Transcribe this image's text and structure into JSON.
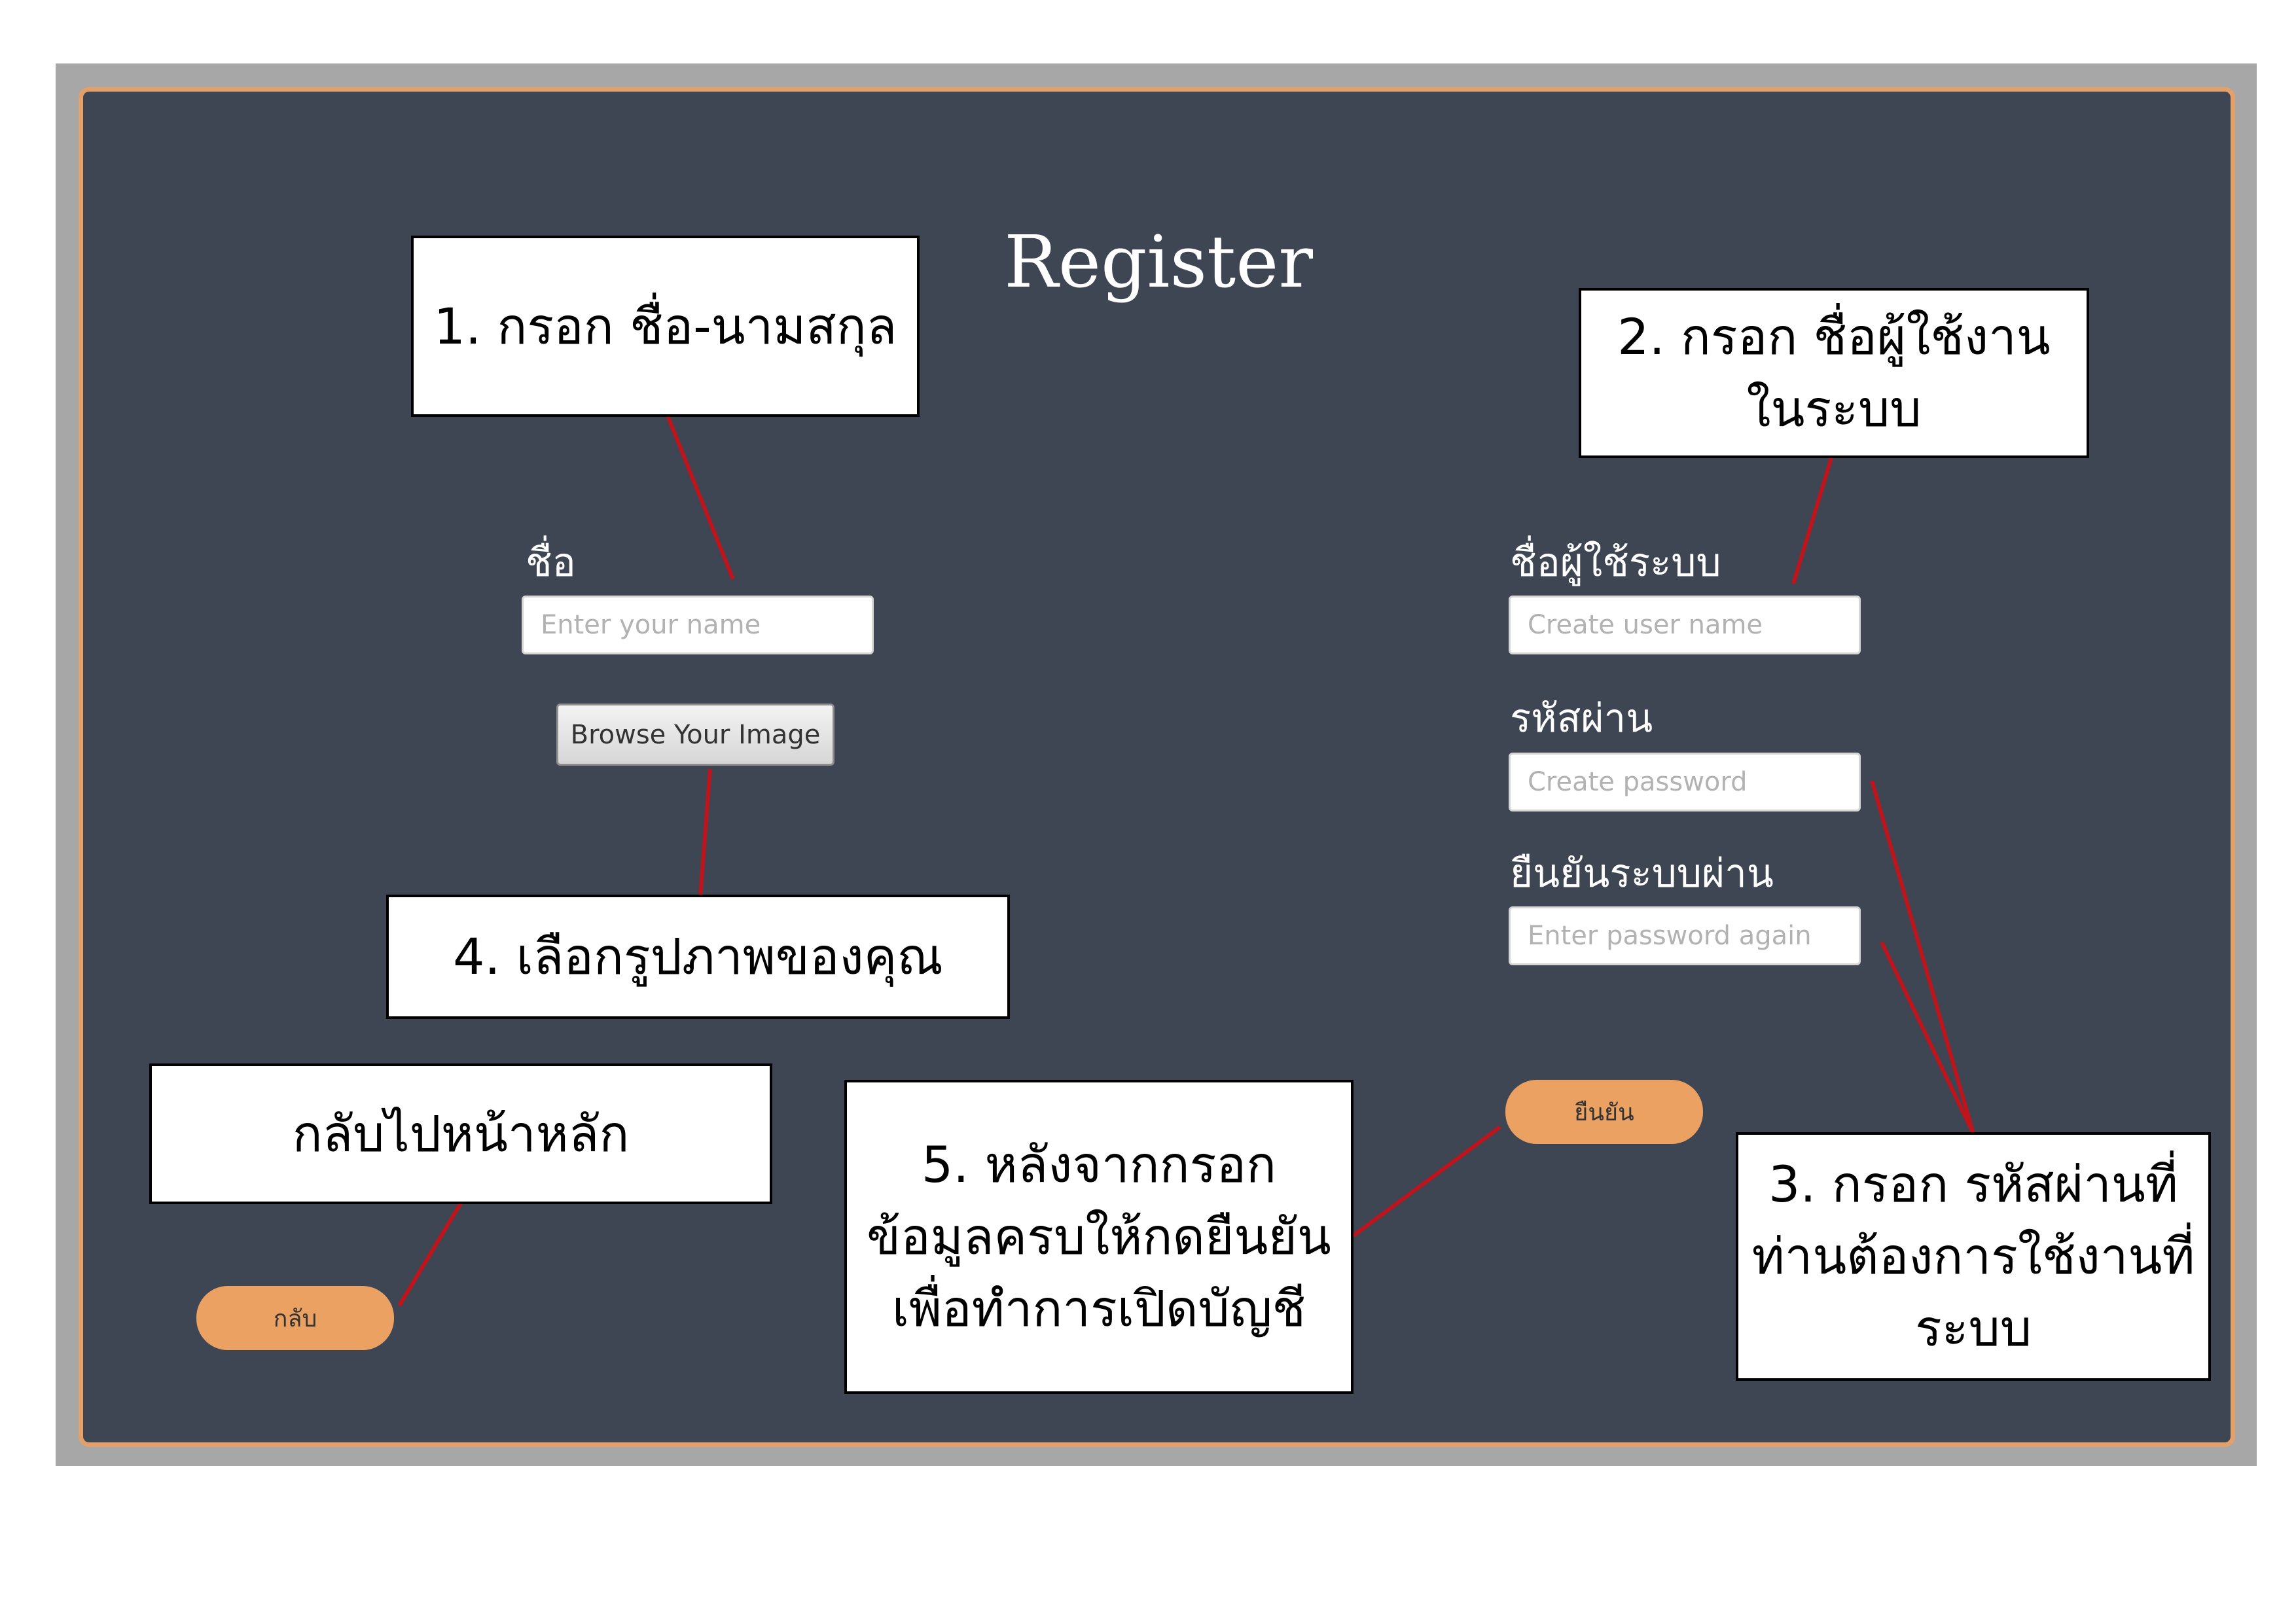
{
  "form": {
    "title": "Register",
    "name_label": "ชื่อ",
    "name_placeholder": "Enter your name",
    "browse_button": "Browse Your Image",
    "username_label": "ชื่อผู้ใช้ระบบ",
    "username_placeholder": "Create user name",
    "password_label": "รหัสผ่าน",
    "password_placeholder": "Create password",
    "confirm_label": "ยืนยันระบบผ่าน",
    "confirm_placeholder": "Enter password again",
    "confirm_button": "ยืนยัน",
    "back_button": "กลับ"
  },
  "callouts": {
    "step1": "1. กรอก ชื่อ-นามสกุล",
    "step2": "2. กรอก ชื่อผู้ใช้งานในระบบ",
    "step3": "3. กรอก รหัสผ่านที่ท่านต้องการใช้งานที่ระบบ",
    "step4": "4. เลือกรูปภาพของคุณ",
    "step5": "5. หลังจากกรอกข้อมูลครบให้กดยืนยัน เพื่อทำการเปิดบัญชี",
    "back": "กลับไปหน้าหลัก"
  },
  "colors": {
    "panel_background": "#3e4654",
    "panel_border": "#e2a06a",
    "accent_button": "#eba162",
    "connector_line": "#c0141c"
  }
}
